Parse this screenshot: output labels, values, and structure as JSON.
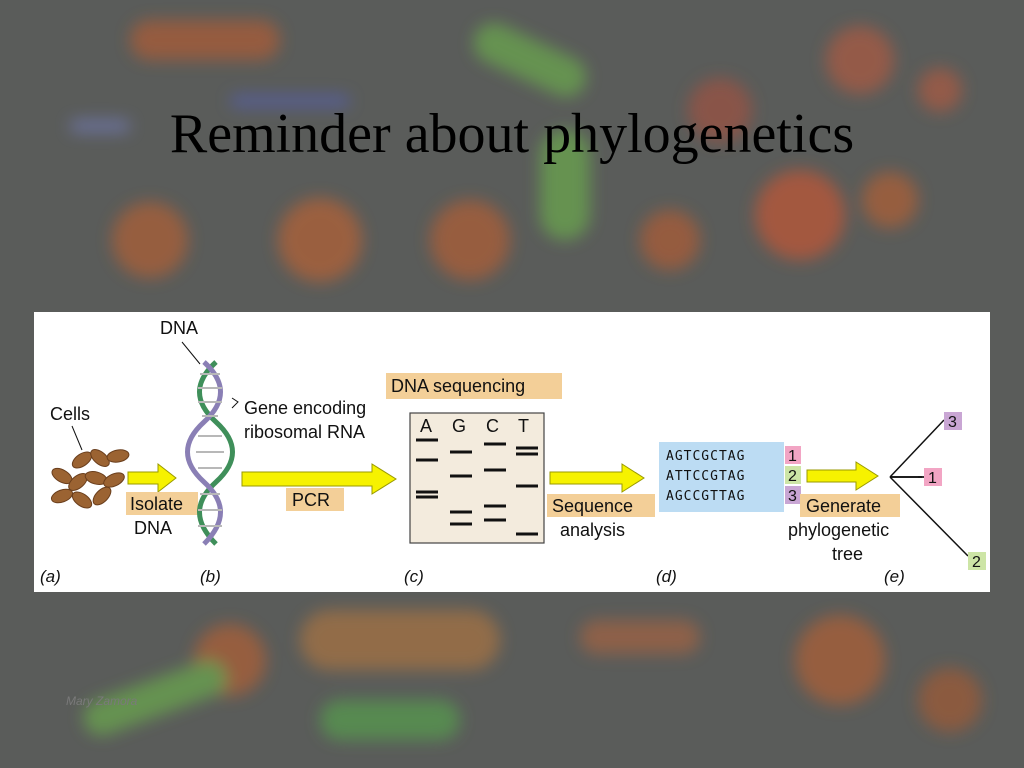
{
  "slide": {
    "title": "Reminder about phylogenetics",
    "watermark": "Mary Zamora"
  },
  "figure": {
    "panel_labels": [
      "(a)",
      "(b)",
      "(c)",
      "(d)",
      "(e)"
    ],
    "cells_label": "Cells",
    "dna_label": "DNA",
    "gene_label_line1": "Gene encoding",
    "gene_label_line2": "ribosomal RNA",
    "step_isolate_line1": "Isolate",
    "step_isolate_line2": "DNA",
    "step_pcr": "PCR",
    "dna_sequencing": "DNA sequencing",
    "gel_lanes": [
      "A",
      "G",
      "C",
      "T"
    ],
    "step_sequence_line1": "Sequence",
    "step_sequence_line2": "analysis",
    "sequences": [
      {
        "seq": "AGTCGCTAG",
        "num": "1"
      },
      {
        "seq": "ATTCCGTAG",
        "num": "2"
      },
      {
        "seq": "AGCCGTTAG",
        "num": "3"
      }
    ],
    "step_generate_line1": "Generate",
    "step_generate_line2": "phylogenetic",
    "step_generate_line3": "tree",
    "tree_leaves": [
      "3",
      "1",
      "2"
    ],
    "colors": {
      "arrow": "#f6f200",
      "label_bg": "#f3cf98",
      "seq_bg": "#bcdcf3",
      "num1": "#f2a5c4",
      "num2": "#cde5a6",
      "num3": "#c9a6d4",
      "gel_bg": "#f3ebdd",
      "cell": "#9b6332",
      "helix_green": "#3f8f5a",
      "helix_purple": "#8a7fb5"
    }
  }
}
